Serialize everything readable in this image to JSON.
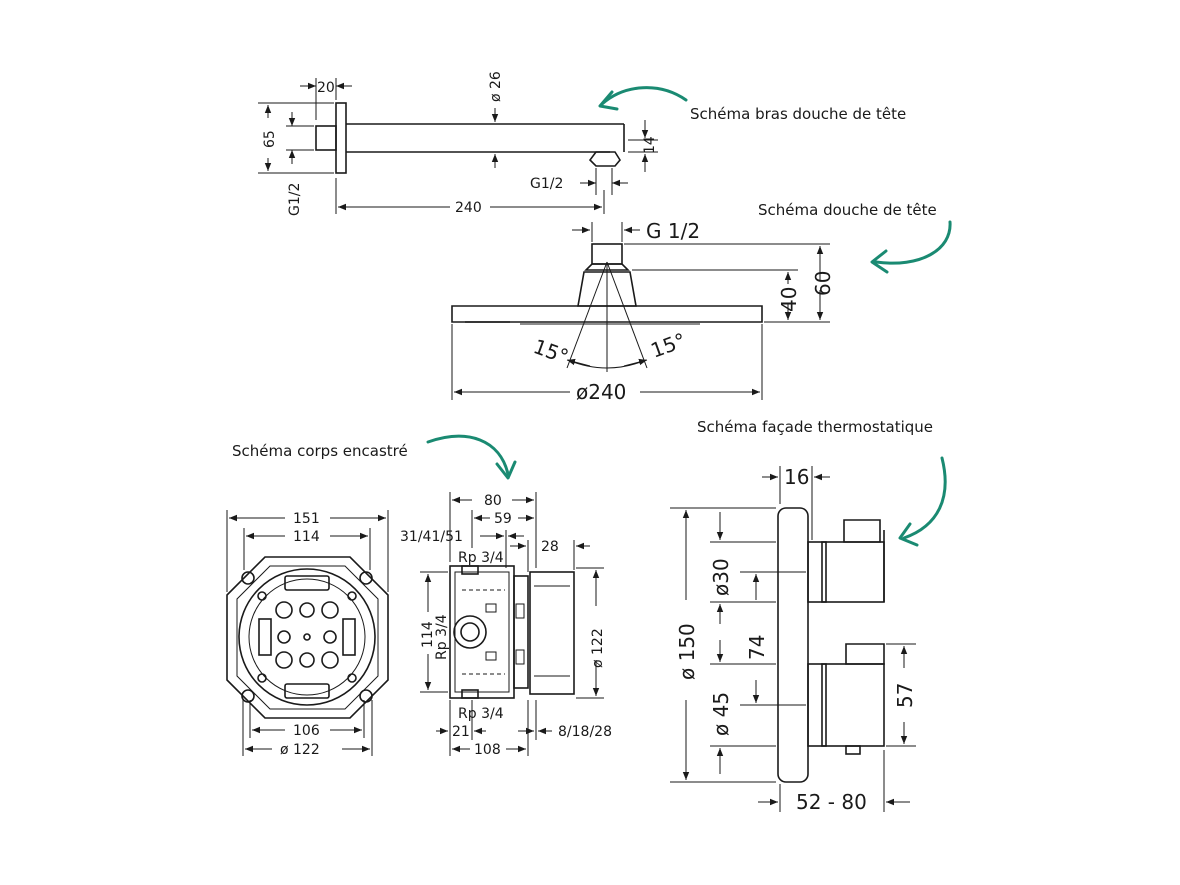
{
  "captions": {
    "arm": "Schéma bras douche de tête",
    "head": "Schéma douche de tête",
    "body": "Schéma corps encastré",
    "trim": "Schéma façade thermostatique"
  },
  "arm": {
    "d20": "20",
    "d26": "ø 26",
    "d65": "65",
    "g12_left": "G1/2",
    "g12_right": "G1/2",
    "d14": "14",
    "d240": "240"
  },
  "head": {
    "g12": "G  1/2",
    "d40": "40",
    "d60": "60",
    "a15_left": "15°",
    "a15_right": "15°",
    "d240": "ø240"
  },
  "body_front": {
    "d151": "151",
    "d114": "114",
    "d106": "106",
    "d122": "ø  122"
  },
  "body_side": {
    "d80": "80",
    "d59": "59",
    "d31": "31/41/51",
    "d28": "28",
    "rp_top": "Rp 3/4",
    "rp_left": "Rp 3/4",
    "rp_bottom": "Rp 3/4",
    "d114": "114",
    "d122": "ø  122",
    "d21": "21",
    "d108": "108",
    "d8": "8/18/28"
  },
  "trim": {
    "d16": "16",
    "d150": "ø 150",
    "d30": "ø30",
    "d74": "74",
    "d45": "ø 45",
    "d57": "57",
    "d52": "52 - 80"
  },
  "colors": {
    "accent": "#1a8a72",
    "ink": "#1a1a1a"
  }
}
